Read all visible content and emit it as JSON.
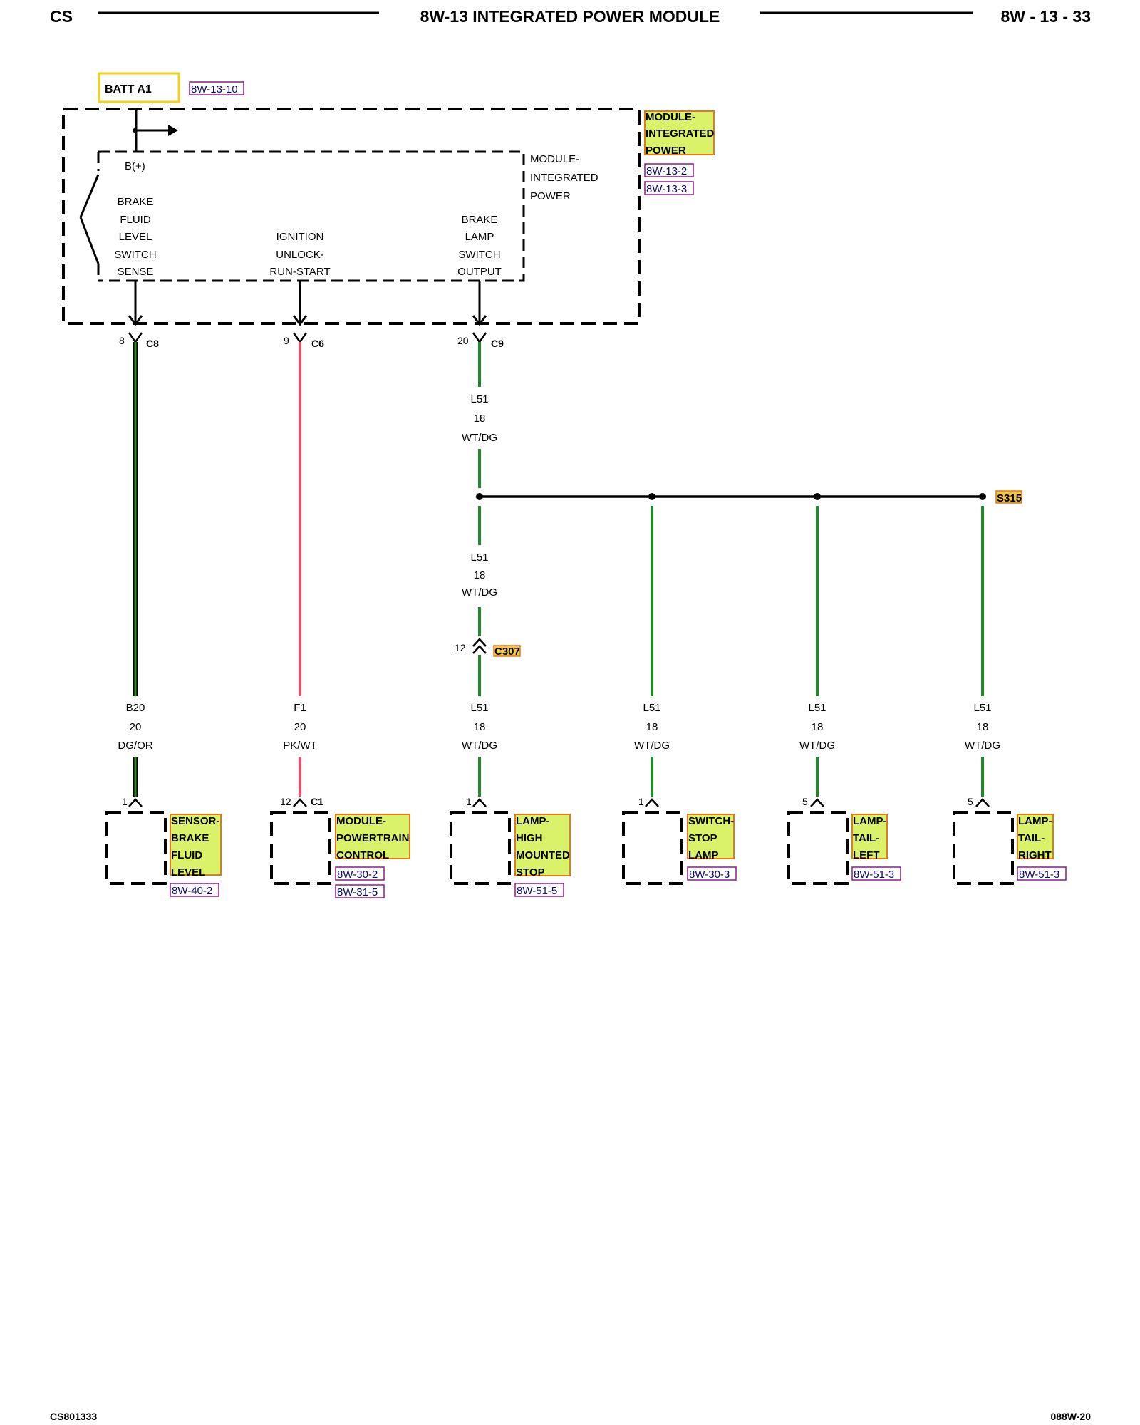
{
  "header": {
    "left": "CS",
    "title": "8W-13 INTEGRATED POWER MODULE",
    "page": "8W - 13 - 33"
  },
  "footer": {
    "left": "CS801333",
    "right": "088W-20"
  },
  "colors": {
    "highlight_fill": "#d9f26a",
    "highlight_border": "#e07a1a",
    "batt_border": "#f2d31b",
    "ref_border": "#8a1a8a",
    "wire_green": "#1f8a2a",
    "wire_dg_or": "#1f7a1f",
    "wire_pink": "#e8506e"
  },
  "top": {
    "batt": {
      "label": "BATT A1",
      "ref": "8W-13-10"
    },
    "module": {
      "tag": [
        "MODULE-",
        "INTEGRATED",
        "POWER"
      ],
      "refs": [
        "8W-13-2",
        "8W-13-3"
      ],
      "inner_label": [
        "MODULE-",
        "INTEGRATED",
        "POWER"
      ],
      "bplus": "B(+)",
      "circuits": {
        "brake_fluid": [
          "BRAKE",
          "FLUID",
          "LEVEL",
          "SWITCH",
          "SENSE"
        ],
        "ignition": [
          "IGNITION",
          "UNLOCK-",
          "RUN-START"
        ],
        "brake_lamp": [
          "BRAKE",
          "LAMP",
          "SWITCH",
          "OUTPUT"
        ]
      }
    }
  },
  "connectors": {
    "c8": {
      "pin": "8",
      "name": "C8"
    },
    "c6": {
      "pin": "9",
      "name": "C6"
    },
    "c9": {
      "pin": "20",
      "name": "C9"
    },
    "c307": {
      "pin": "12",
      "name": "C307"
    }
  },
  "splice": "S315",
  "wire_labels": {
    "upper": [
      "L51",
      "18",
      "WT/DG"
    ],
    "middle": [
      "L51",
      "18",
      "WT/DG"
    ]
  },
  "bottom": [
    {
      "wire": [
        "B20",
        "20",
        "DG/OR"
      ],
      "pin": "1",
      "conn": "",
      "tag": [
        "SENSOR-",
        "BRAKE",
        "FLUID",
        "LEVEL"
      ],
      "refs": [
        "8W-40-2"
      ]
    },
    {
      "wire": [
        "F1",
        "20",
        "PK/WT"
      ],
      "pin": "12",
      "conn": "C1",
      "tag": [
        "MODULE-",
        "POWERTRAIN",
        "CONTROL"
      ],
      "refs": [
        "8W-30-2",
        "8W-31-5"
      ]
    },
    {
      "wire": [
        "L51",
        "18",
        "WT/DG"
      ],
      "pin": "1",
      "conn": "",
      "tag": [
        "LAMP-",
        "HIGH",
        "MOUNTED",
        "STOP"
      ],
      "refs": [
        "8W-51-5"
      ]
    },
    {
      "wire": [
        "L51",
        "18",
        "WT/DG"
      ],
      "pin": "1",
      "conn": "",
      "tag": [
        "SWITCH-",
        "STOP",
        "LAMP"
      ],
      "refs": [
        "8W-30-3"
      ]
    },
    {
      "wire": [
        "L51",
        "18",
        "WT/DG"
      ],
      "pin": "5",
      "conn": "",
      "tag": [
        "LAMP-",
        "TAIL-",
        "LEFT"
      ],
      "refs": [
        "8W-51-3"
      ]
    },
    {
      "wire": [
        "L51",
        "18",
        "WT/DG"
      ],
      "pin": "5",
      "conn": "",
      "tag": [
        "LAMP-",
        "TAIL-",
        "RIGHT"
      ],
      "refs": [
        "8W-51-3"
      ]
    }
  ]
}
